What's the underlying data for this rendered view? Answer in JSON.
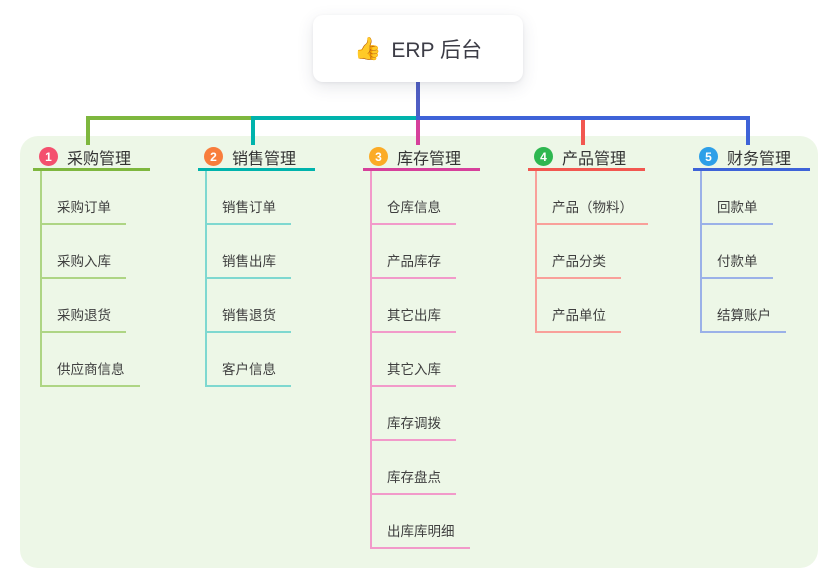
{
  "root": {
    "icon": "👍",
    "label": "ERP 后台",
    "edge_color": "#4f5ec4"
  },
  "panel_color": "#edf7e7",
  "branches": [
    {
      "number": "1",
      "title": "采购管理",
      "badge_color": "#f4506e",
      "line_color": "#7eb73e",
      "child_line_color": "#aed584",
      "children": [
        "采购订单",
        "采购入库",
        "采购退货",
        "供应商信息"
      ]
    },
    {
      "number": "2",
      "title": "销售管理",
      "badge_color": "#f87d3c",
      "line_color": "#00b3ac",
      "child_line_color": "#7ed8d0",
      "children": [
        "销售订单",
        "销售出库",
        "销售退货",
        "客户信息"
      ]
    },
    {
      "number": "3",
      "title": "库存管理",
      "badge_color": "#fbab26",
      "line_color": "#d6409b",
      "child_line_color": "#f29aca",
      "children": [
        "仓库信息",
        "产品库存",
        "其它出库",
        "其它入库",
        "库存调拨",
        "库存盘点",
        "出库库明细"
      ]
    },
    {
      "number": "4",
      "title": "产品管理",
      "badge_color": "#2eb750",
      "line_color": "#f25750",
      "child_line_color": "#f9a09a",
      "children": [
        "产品（物料）",
        "产品分类",
        "产品单位"
      ]
    },
    {
      "number": "5",
      "title": "财务管理",
      "badge_color": "#2d9fe8",
      "line_color": "#3e63d8",
      "child_line_color": "#9bb1e8",
      "children": [
        "回款单",
        "付款单",
        "结算账户"
      ]
    }
  ]
}
